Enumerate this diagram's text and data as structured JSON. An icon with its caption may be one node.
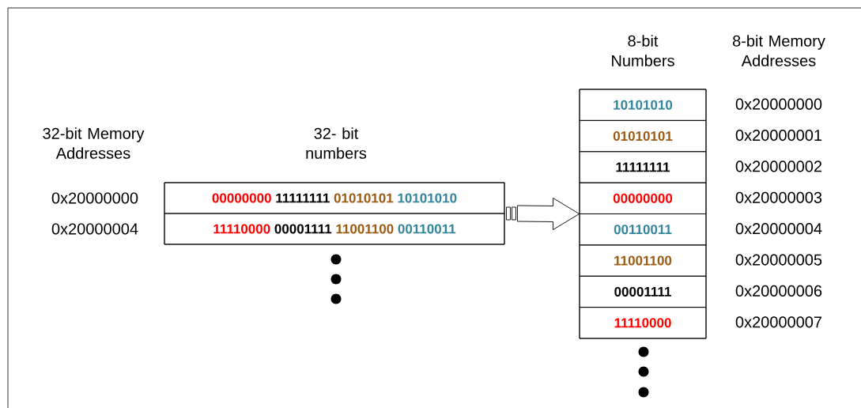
{
  "diagram": {
    "nodes": [
      {
        "text": [],
        "shape": "box"
      },
      {
        "text": [
          "00000000",
          "11111111",
          "01010101",
          "10101010"
        ],
        "in": 0,
        "beside": [
          "0x20000000"
        ]
      },
      {
        "text": [
          "11110000",
          "00001111",
          "11001100",
          "00110011"
        ],
        "in": 0,
        "beside": [
          "0x20000004"
        ]
      },
      {
        "text": [],
        "shape": "box"
      },
      {
        "text": [
          "10101010"
        ],
        "in": 3,
        "beside": [
          "0x20000000"
        ]
      },
      {
        "text": [
          "01010101"
        ],
        "in": 3,
        "beside": [
          "0x20000001"
        ]
      },
      {
        "text": [
          "11111111"
        ],
        "in": 3,
        "beside": [
          "0x20000002"
        ]
      },
      {
        "text": [
          "00000000"
        ],
        "in": 3,
        "beside": [
          "0x20000003"
        ]
      },
      {
        "text": [
          "00110011"
        ],
        "in": 3,
        "beside": [
          "0x20000004"
        ]
      },
      {
        "text": [
          "11001100"
        ],
        "in": 3,
        "beside": [
          "0x20000005"
        ]
      },
      {
        "text": [
          "00001111"
        ],
        "in": 3,
        "beside": [
          "0x20000006"
        ]
      },
      {
        "text": [
          "11110000"
        ],
        "in": 3,
        "beside": [
          "0x20000007"
        ]
      }
    ],
    "edges": [
      {
        "from": 0,
        "to": 3,
        "arrow": "to"
      }
    ],
    "labels": [
      "8-bit Numbers",
      "8-bit Memory Addresses",
      "32-bit Memory Addresses",
      "32- bit numbers"
    ]
  }
}
